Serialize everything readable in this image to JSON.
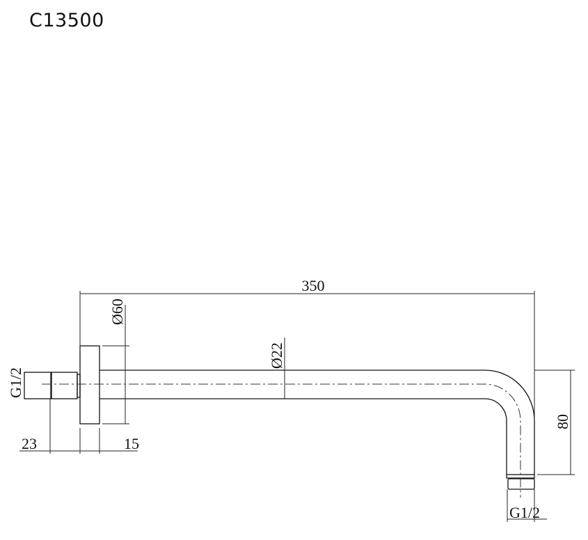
{
  "title": "C13500",
  "dimensions": {
    "length": "350",
    "flange_diameter": "Ø60",
    "pipe_diameter": "Ø22",
    "inlet_thread": "G1/2",
    "outlet_thread": "G1/2",
    "drop_height": "80",
    "inlet_length": "23",
    "flange_depth": "15"
  }
}
